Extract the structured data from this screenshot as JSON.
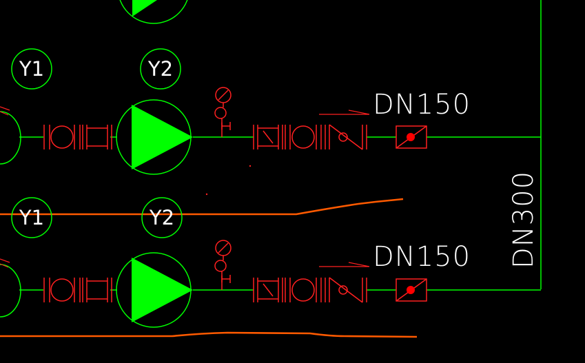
{
  "drawing": {
    "background_color": "#000000",
    "colors": {
      "pipe": "#00ff00",
      "pump_fill": "#00ff00",
      "valve": "#ff2020",
      "sketch_line": "#ff5a00",
      "tag_circle": "#00ff00",
      "tag_text": "#ffffff",
      "dn_text": "#ffffff",
      "flow_dot": "#ff0000"
    },
    "icons": {
      "pump": "pump-icon",
      "butterfly_valve": "butterfly-valve-icon",
      "pressure_gauge": "pressure-gauge-icon",
      "check_valve": "check-valve-icon",
      "gate_valve": "gate-valve-icon",
      "flow_meter": "flow-meter-icon"
    },
    "pump_rows": [
      {
        "tags": [
          "Y1",
          "Y2"
        ],
        "branch_size": "DN150"
      },
      {
        "tags": [
          "Y1",
          "Y2"
        ],
        "branch_size": "DN150"
      }
    ],
    "header_size": "DN300"
  }
}
